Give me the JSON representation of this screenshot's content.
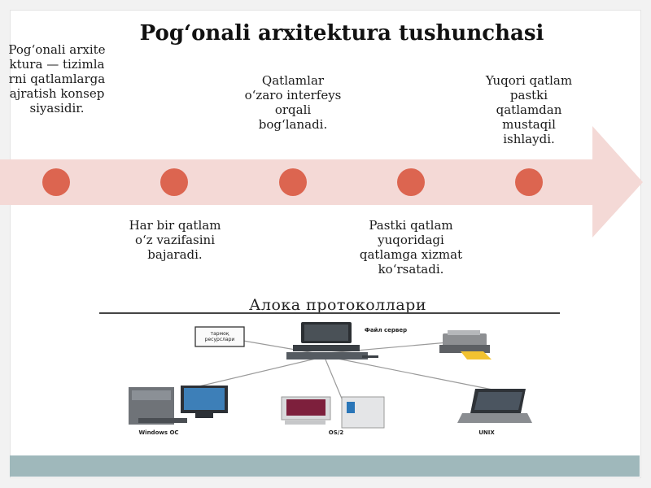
{
  "slide": {
    "title": "Pog‘onali arxitektura tushunchasi",
    "timeline": {
      "colors": {
        "arrow": "#f4d9d6",
        "dot": "#dc6550"
      },
      "notes": [
        "Pog‘onali arxitektura — tizimlarni qatlamlarga ajratish konsepsiyasidir.",
        "Har bir qatlam o‘z vazifasini bajaradi.",
        "Qatlamlar o‘zaro interfeys orqali bog‘lanadi.",
        "Pastki qatlam yuqoridagi qatlamga xizmat ko‘rsatadi.",
        "Yuqori qatlam pastki qatlamdan mustaqil ishlaydi."
      ]
    },
    "diagram": {
      "title": "Алока протоколлари",
      "labels": {
        "server": "Файл сервер",
        "disk": "тармоқ ресурслари",
        "windows": "Windows ОС",
        "os2": "OS/2",
        "unix": "UNIX"
      }
    },
    "footer_color": "#9fb8bb"
  }
}
